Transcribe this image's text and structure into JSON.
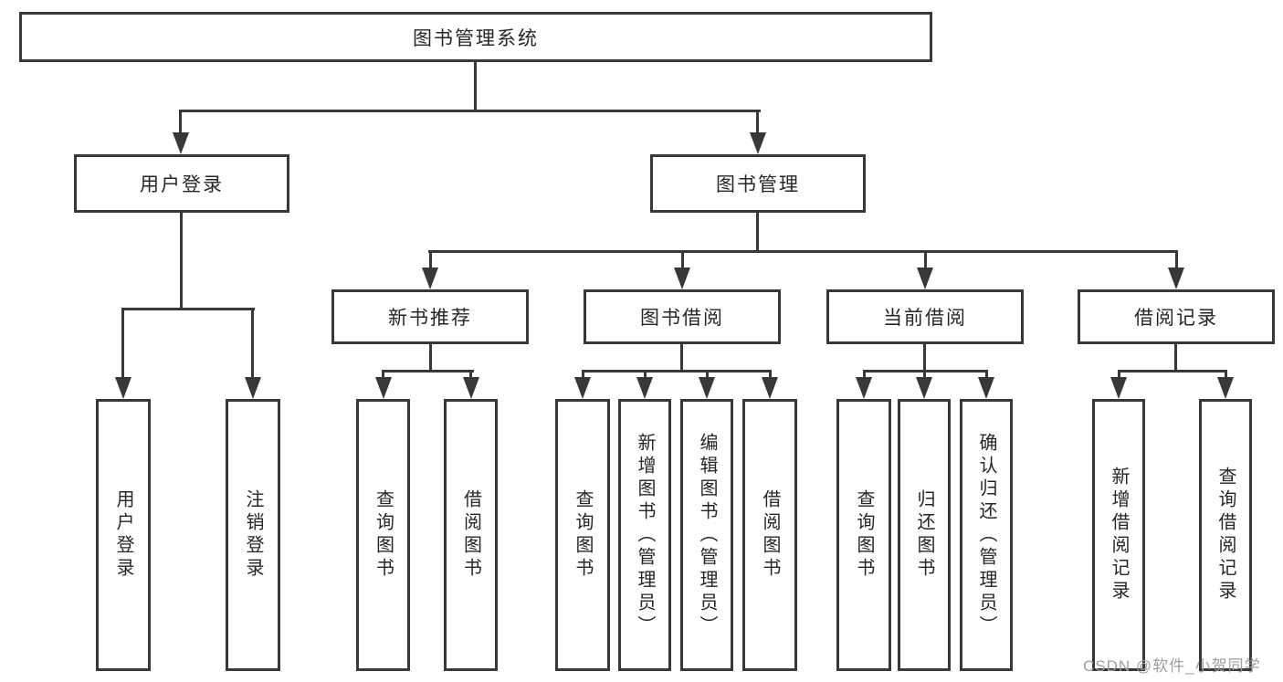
{
  "diagram": {
    "title": "图书管理系统",
    "branches": [
      {
        "label": "用户登录",
        "children": [
          {
            "label": "用户登录"
          },
          {
            "label": "注销登录"
          }
        ]
      },
      {
        "label": "图书管理",
        "children": [
          {
            "label": "新书推荐",
            "children": [
              {
                "label": "查询图书"
              },
              {
                "label": "借阅图书"
              }
            ]
          },
          {
            "label": "图书借阅",
            "children": [
              {
                "label": "查询图书"
              },
              {
                "label": "新增图书（管理员）"
              },
              {
                "label": "编辑图书（管理员）"
              },
              {
                "label": "借阅图书"
              }
            ]
          },
          {
            "label": "当前借阅",
            "children": [
              {
                "label": "查询图书"
              },
              {
                "label": "归还图书"
              },
              {
                "label": "确认归还（管理员）"
              }
            ]
          },
          {
            "label": "借阅记录",
            "children": [
              {
                "label": "新增借阅记录"
              },
              {
                "label": "查询借阅记录"
              }
            ]
          }
        ]
      }
    ]
  },
  "watermark": {
    "text": "CSDN @软件_小贺同学"
  },
  "colors": {
    "line": "#383838",
    "box_border": "#383838",
    "background": "#ffffff",
    "text": "#262626",
    "watermark": "#9e9e9e"
  }
}
